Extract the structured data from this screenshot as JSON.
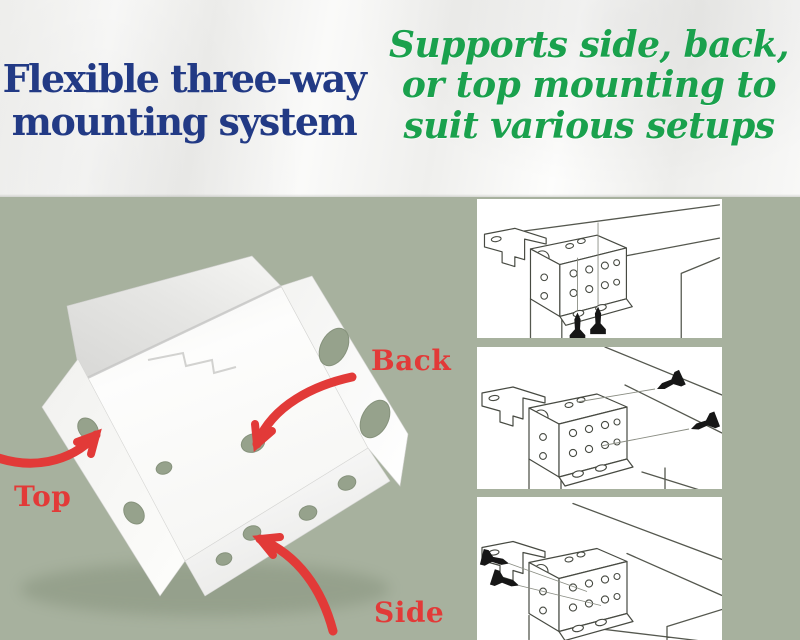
{
  "hero": {
    "headline": "Flexible three-way\nmounting system",
    "subheadline": "Supports side, back,\nor top mounting to\nsuit various setups"
  },
  "colors": {
    "headline_text": "#223a85",
    "subheadline_text": "#1aa14d",
    "annotation_red": "#e23a38",
    "stage_background": "#a7b19e"
  },
  "stage": {
    "product": {
      "name": "white-metal-mounting-bracket"
    },
    "annotations": [
      {
        "id": "top",
        "label": "Top"
      },
      {
        "id": "back",
        "label": "Back"
      },
      {
        "id": "side",
        "label": "Side"
      }
    ],
    "diagrams": [
      {
        "name": "top-mounting-diagram"
      },
      {
        "name": "back-mounting-diagram"
      },
      {
        "name": "side-mounting-diagram"
      }
    ]
  }
}
